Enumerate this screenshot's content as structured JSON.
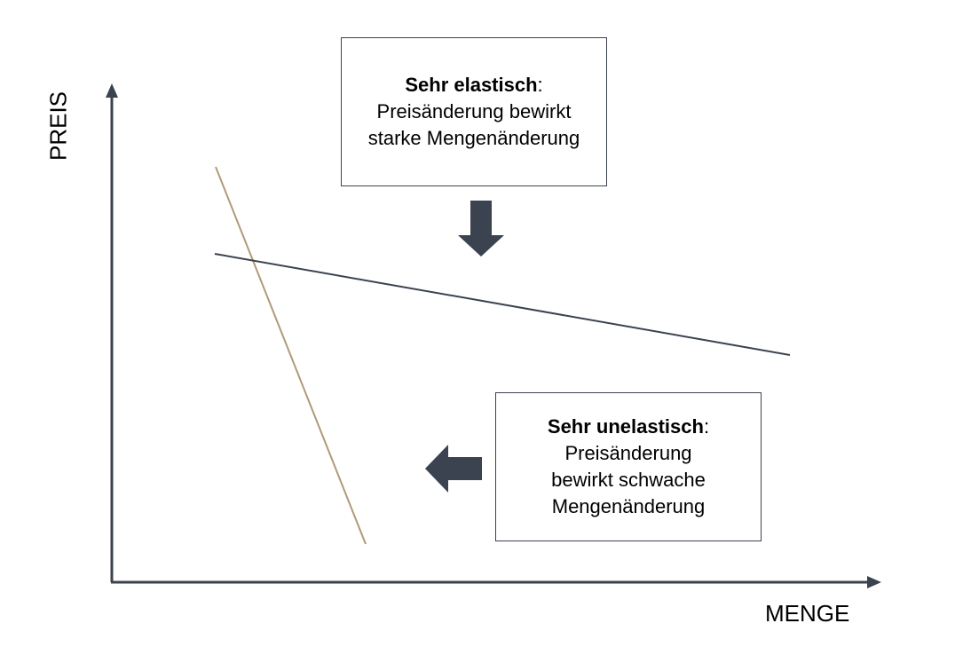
{
  "axes": {
    "y_label": "PREIS",
    "x_label": "MENGE"
  },
  "colors": {
    "axis": "#3b4250",
    "elastic_line": "#3b4250",
    "inelastic_line": "#b09a78",
    "arrow": "#3b4250",
    "box_border": "#3b4250"
  },
  "callouts": {
    "elastic": {
      "title": "Sehr elastisch",
      "colon": ":",
      "lines": [
        "Preisänderung bewirkt",
        "starke Mengenänderung"
      ],
      "arrow_direction": "down"
    },
    "inelastic": {
      "title": "Sehr unelastisch",
      "colon": ":",
      "lines": [
        "Preisänderung",
        "bewirkt schwache",
        "Mengenänderung"
      ],
      "arrow_direction": "left"
    }
  },
  "curves": [
    {
      "id": "inelastic-demand",
      "slope": "steep"
    },
    {
      "id": "elastic-demand",
      "slope": "flat"
    }
  ]
}
